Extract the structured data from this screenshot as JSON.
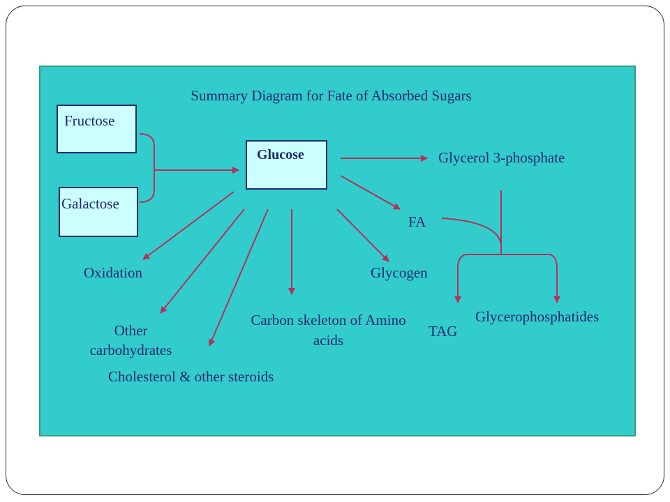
{
  "title": "Summary Diagram for Fate of Absorbed Sugars",
  "nodes": {
    "fructose": "Fructose",
    "galactose": "Galactose",
    "glucose": "Glucose",
    "glycerol_3_phosphate": "Glycerol 3-phosphate",
    "fa": "FA",
    "oxidation": "Oxidation",
    "glycogen": "Glycogen",
    "other_carbohydrates": "Other carbohydrates",
    "carbon_skeleton": "Carbon skeleton of Amino acids",
    "cholesterol": "Cholesterol & other steroids",
    "tag": "TAG",
    "glycerophosphatides": "Glycerophosphatides"
  },
  "colors": {
    "panel": "#33cccc",
    "box_fill": "#ccffff",
    "box_border": "#1f2d6b",
    "text": "#1d2a6e",
    "arrow": "#b5305a"
  }
}
